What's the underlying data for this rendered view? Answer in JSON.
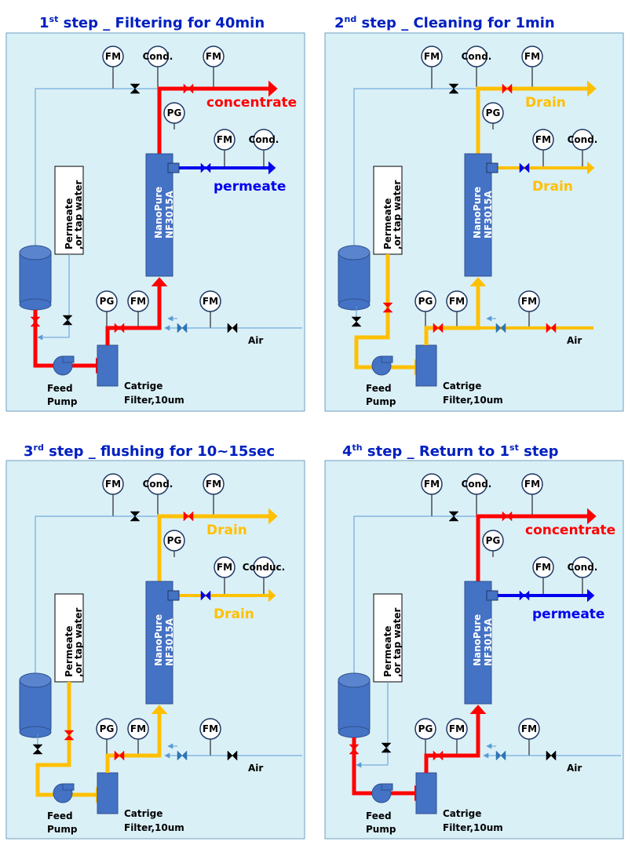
{
  "colors": {
    "red": "#ff0000",
    "yellow": "#ffc000",
    "blue": "#0000ee",
    "thin": "#5b9bd5",
    "panel": "#daf0f7",
    "vessel": "#4472c4",
    "title": "#0020c0"
  },
  "labels": {
    "fm": "FM",
    "cond": "Cond.",
    "conduc": "Conduc.",
    "pg": "PG",
    "air": "Air",
    "feed": "Feed",
    "pump": "Pump",
    "filter1": "Catrige",
    "filter2": "Filter,10um",
    "module1": "NanoPure",
    "module2": "NF3015A",
    "tank1": "Permeate",
    "tank2": ",or tap water"
  },
  "panels": [
    {
      "num": "1",
      "sup": "st",
      "title": " step _ Filtering for 40min",
      "sup2": "",
      "title2": "",
      "out1": "concentrate",
      "out2": "permeate",
      "c1": "red",
      "c2": "blue",
      "air_active": false,
      "left_valve_red": true,
      "right_cond": "Cond."
    },
    {
      "num": "2",
      "sup": "nd",
      "title": "  step _ Cleaning for 1min",
      "sup2": "",
      "title2": "",
      "out1": "Drain",
      "out2": "Drain",
      "c1": "yellow",
      "c2": "yellow",
      "air_active": true,
      "left_valve_red": false,
      "right_cond": "Cond."
    },
    {
      "num": "3",
      "sup": "rd",
      "title": " step _ flushing for 10~15sec",
      "sup2": "",
      "title2": "",
      "out1": "Drain",
      "out2": "Drain",
      "c1": "yellow",
      "c2": "yellow",
      "air_active": false,
      "left_valve_red": false,
      "right_cond": "Conduc."
    },
    {
      "num": "4",
      "sup": "th",
      "title": " step _ Return to 1",
      "sup2": "st",
      "title2": " step",
      "out1": "concentrate",
      "out2": "permeate",
      "c1": "red",
      "c2": "blue",
      "air_active": false,
      "left_valve_red": true,
      "right_cond": "Cond."
    }
  ]
}
